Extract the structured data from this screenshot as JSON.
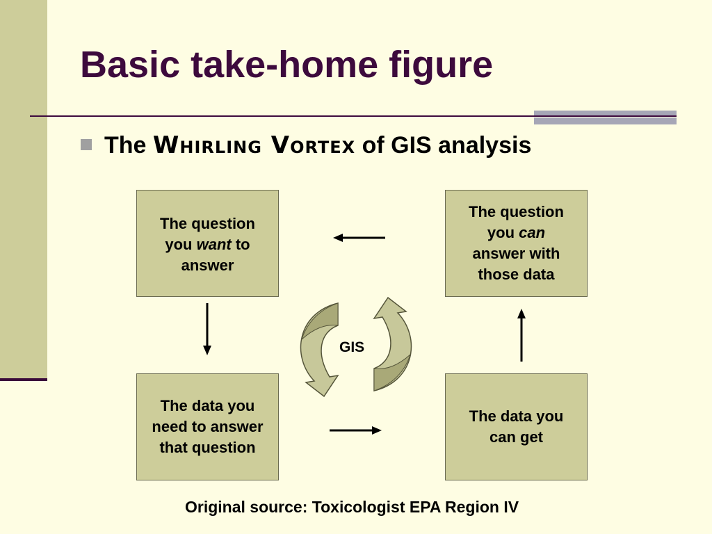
{
  "slide": {
    "title": "Basic take-home figure",
    "bullet_prefix": "The",
    "bullet_emphasis": "Whirling Vortex",
    "bullet_suffix": "of GIS analysis",
    "source": "Original source: Toxicologist EPA Region IV"
  },
  "diagram": {
    "center_label": "GIS",
    "boxes": {
      "want": {
        "line1": "The question",
        "line2a": "you ",
        "line2em": "want",
        "line2b": " to",
        "line3": "answer"
      },
      "can": {
        "line1": "The question",
        "line2a": "you ",
        "line2em": "can",
        "line3": "answer with",
        "line4": "those data"
      },
      "need": {
        "line1": "The data you",
        "line2": "need to answer",
        "line3": "that question"
      },
      "get": {
        "line1": "The data you",
        "line2": "can get"
      }
    }
  },
  "colors": {
    "background": "#fefde3",
    "accent_band": "#cdcd9a",
    "title": "#3d0a3d",
    "box_fill": "#cdcd9a",
    "cycle_arrow_fill": "#c7c89a",
    "cycle_arrow_dark": "#a9a978"
  }
}
